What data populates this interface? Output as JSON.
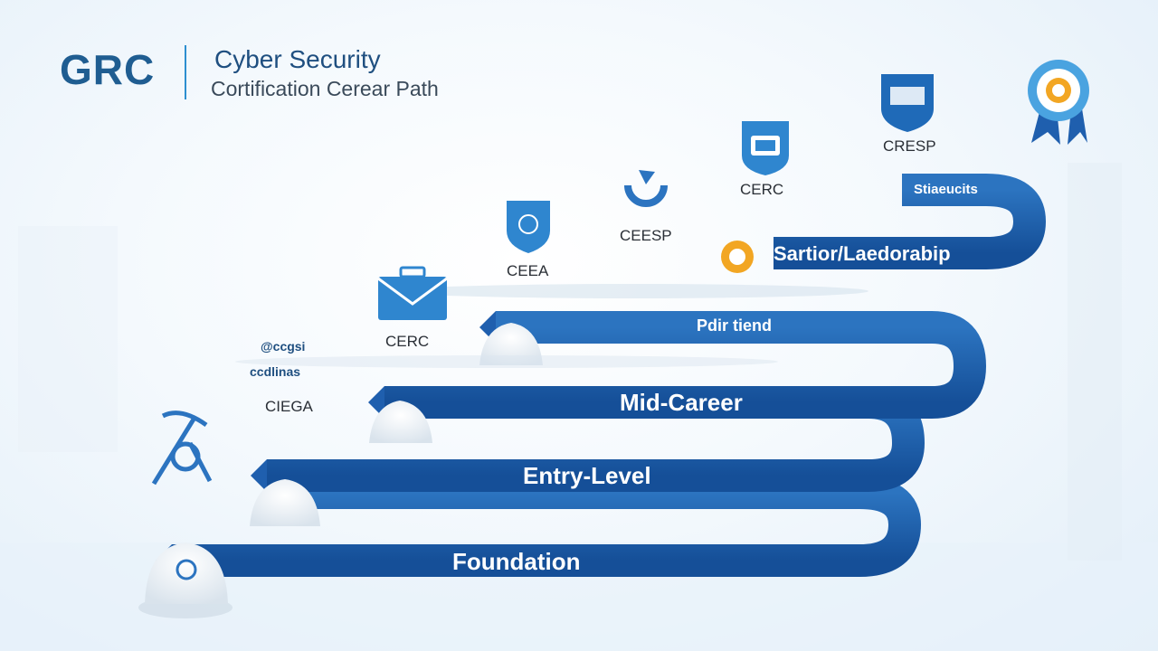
{
  "header": {
    "logo": "GRC",
    "title_line1": "Cyber Security",
    "title_line2": "Cortification Cerear Path"
  },
  "levels": {
    "foundation": "Foundation",
    "entry": "Entry-Level",
    "mid": "Mid-Career",
    "upper": "Pdir tiend",
    "senior": "Sartior/Laedorabip",
    "top": "Stiaeucits"
  },
  "certs": {
    "c1": "CIEGA",
    "c2": "CERC",
    "c3": "CEEA",
    "c4": "CEESP",
    "c5": "CERC",
    "c6": "CRESP"
  },
  "side_text": {
    "line1": "@ccgsi",
    "line2": "ccdlinas"
  },
  "colors": {
    "path_blue": "#1f5fae",
    "logo_blue": "#1f5d91",
    "accent_orange": "#f2a623"
  }
}
